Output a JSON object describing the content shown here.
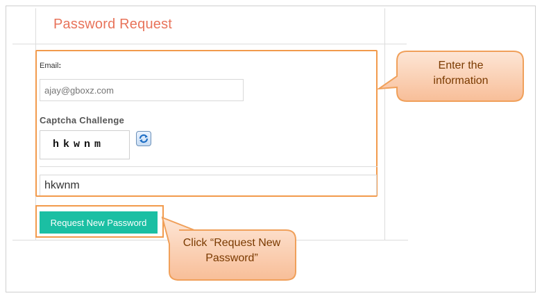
{
  "page": {
    "title": "Password Request"
  },
  "form": {
    "email_label": "Email",
    "email_colon": ":",
    "email_placeholder": "ajay@gboxz.com",
    "captcha_label": "Captcha Challenge",
    "captcha_image_text": "hkwnm",
    "captcha_input_value": "hkwnm",
    "submit_label": "Request New Password"
  },
  "callouts": {
    "info": "Enter the information",
    "button": "Click “Request New Password”"
  },
  "colors": {
    "title": "#e8735a",
    "button": "#1bbfa3",
    "highlight_border": "#f29a4b",
    "callout_fill": "#fbd2b8",
    "callout_text": "#7a3a00"
  }
}
